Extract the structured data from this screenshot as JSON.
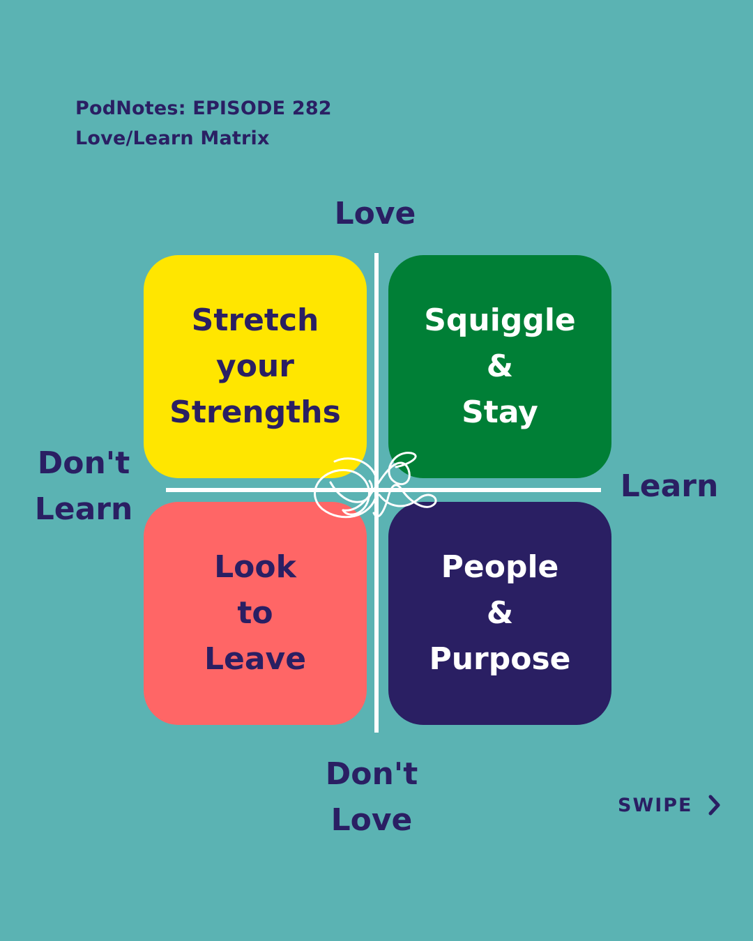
{
  "header": {
    "line1": "PodNotes: EPISODE 282",
    "line2": "Love/Learn Matrix"
  },
  "axes": {
    "top": "Love",
    "bottom": [
      "Don't",
      "Love"
    ],
    "left": [
      "Don't",
      "Learn"
    ],
    "right": "Learn"
  },
  "quadrants": {
    "top_left": {
      "lines": [
        "Stretch",
        "your",
        "Strengths"
      ],
      "color": "#ffe600",
      "text_color": "#2a1f63"
    },
    "top_right": {
      "lines": [
        "Squiggle",
        "&",
        "Stay"
      ],
      "color": "#007f36",
      "text_color": "#ffffff"
    },
    "bottom_left": {
      "lines": [
        "Look",
        "to",
        "Leave"
      ],
      "color": "#ff6666",
      "text_color": "#2a1f63"
    },
    "bottom_right": {
      "lines": [
        "People",
        "&",
        "Purpose"
      ],
      "color": "#2a1f63",
      "text_color": "#ffffff"
    }
  },
  "swipe": {
    "label": "SWIPE",
    "icon": "chevron-right-icon"
  },
  "colors": {
    "background": "#5bb3b3",
    "text": "#2a1f63",
    "axis_line": "#ffffff"
  }
}
